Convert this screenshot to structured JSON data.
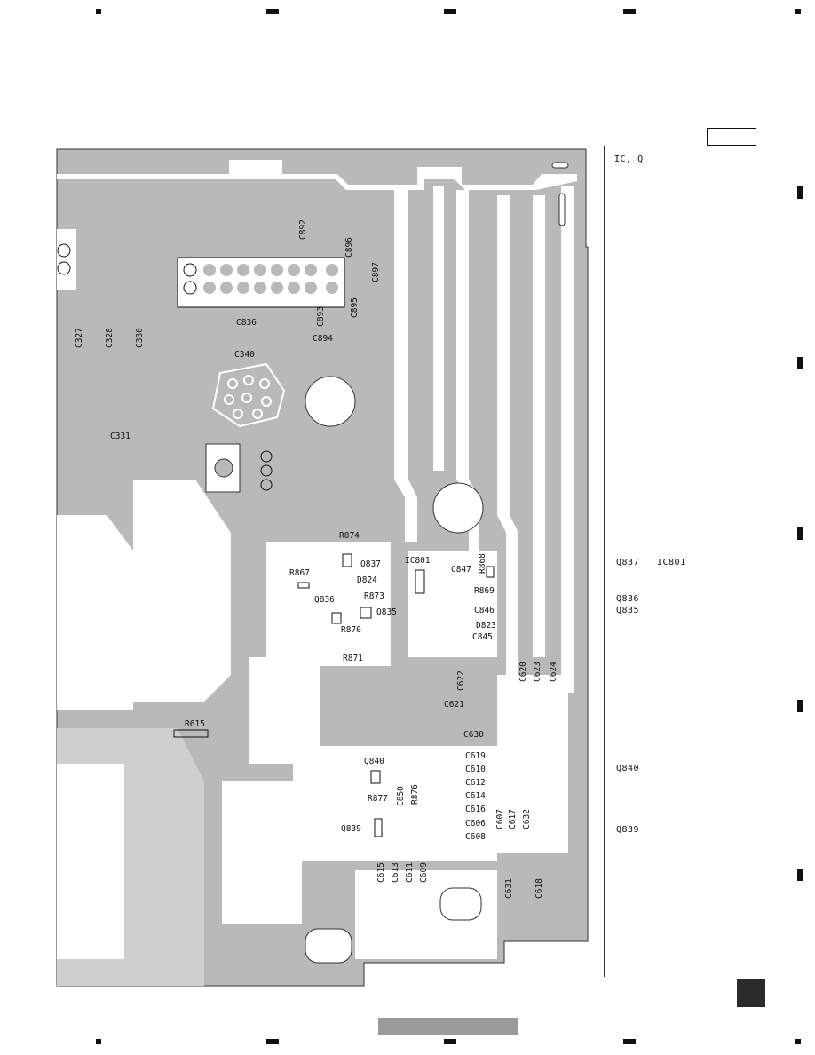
{
  "page": {
    "header_box_text": "",
    "side_notes": [
      {
        "id": "ic-q",
        "text": "IC, Q"
      },
      {
        "id": "q837",
        "text": "Q837"
      },
      {
        "id": "ic801",
        "text": "IC801"
      },
      {
        "id": "q836",
        "text": "Q836"
      },
      {
        "id": "q835",
        "text": "Q835"
      },
      {
        "id": "q840",
        "text": "Q840"
      },
      {
        "id": "q839",
        "text": "Q839"
      }
    ]
  },
  "board": {
    "colors": {
      "copper": "#b9b9b9",
      "paper": "#ffffff",
      "ink": "#111111"
    },
    "labels": [
      {
        "id": "c892",
        "text": "C892",
        "rot": -90
      },
      {
        "id": "c896",
        "text": "C896",
        "rot": -90
      },
      {
        "id": "c897",
        "text": "C897",
        "rot": -90
      },
      {
        "id": "c836",
        "text": "C836",
        "rot": 0
      },
      {
        "id": "c893",
        "text": "C893",
        "rot": -90
      },
      {
        "id": "c895",
        "text": "C895",
        "rot": -90
      },
      {
        "id": "c894",
        "text": "C894",
        "rot": 0
      },
      {
        "id": "c327",
        "text": "C327",
        "rot": -90
      },
      {
        "id": "c328",
        "text": "C328",
        "rot": -90
      },
      {
        "id": "c330",
        "text": "C330",
        "rot": -90
      },
      {
        "id": "c340",
        "text": "C340",
        "rot": 0
      },
      {
        "id": "c331",
        "text": "C331",
        "rot": 0
      },
      {
        "id": "r874",
        "text": "R874",
        "rot": 0
      },
      {
        "id": "q837b",
        "text": "Q837",
        "rot": 0
      },
      {
        "id": "r867",
        "text": "R867",
        "rot": 0
      },
      {
        "id": "d824",
        "text": "D824",
        "rot": 0
      },
      {
        "id": "r873",
        "text": "R873",
        "rot": 0
      },
      {
        "id": "q836b",
        "text": "Q836",
        "rot": 0
      },
      {
        "id": "q835b",
        "text": "Q835",
        "rot": 0
      },
      {
        "id": "r870",
        "text": "R870",
        "rot": 0
      },
      {
        "id": "r871",
        "text": "R871",
        "rot": 0
      },
      {
        "id": "ic801b",
        "text": "IC801",
        "rot": 0
      },
      {
        "id": "c847",
        "text": "C847",
        "rot": 0
      },
      {
        "id": "r868",
        "text": "R868",
        "rot": -90
      },
      {
        "id": "r869",
        "text": "R869",
        "rot": 0
      },
      {
        "id": "c846",
        "text": "C846",
        "rot": 0
      },
      {
        "id": "d823",
        "text": "D823",
        "rot": 0
      },
      {
        "id": "c845",
        "text": "C845",
        "rot": 0
      },
      {
        "id": "c622",
        "text": "C622",
        "rot": -90
      },
      {
        "id": "c620",
        "text": "C620",
        "rot": -90
      },
      {
        "id": "c623",
        "text": "C623",
        "rot": -90
      },
      {
        "id": "c624",
        "text": "C624",
        "rot": -90
      },
      {
        "id": "c621",
        "text": "C621",
        "rot": 0
      },
      {
        "id": "r615",
        "text": "R615",
        "rot": 0
      },
      {
        "id": "c630",
        "text": "C630",
        "rot": 0
      },
      {
        "id": "c619",
        "text": "C619",
        "rot": 0
      },
      {
        "id": "c610",
        "text": "C610",
        "rot": 0
      },
      {
        "id": "c612",
        "text": "C612",
        "rot": 0
      },
      {
        "id": "c614",
        "text": "C614",
        "rot": 0
      },
      {
        "id": "c616",
        "text": "C616",
        "rot": 0
      },
      {
        "id": "c606",
        "text": "C606",
        "rot": 0
      },
      {
        "id": "c608",
        "text": "C608",
        "rot": 0
      },
      {
        "id": "q840b",
        "text": "Q840",
        "rot": 0
      },
      {
        "id": "r877",
        "text": "R877",
        "rot": 0
      },
      {
        "id": "c850",
        "text": "C850",
        "rot": -90
      },
      {
        "id": "r876",
        "text": "R876",
        "rot": -90
      },
      {
        "id": "q839b",
        "text": "Q839",
        "rot": 0
      },
      {
        "id": "c607",
        "text": "C607",
        "rot": -90
      },
      {
        "id": "c617",
        "text": "C617",
        "rot": -90
      },
      {
        "id": "c632",
        "text": "C632",
        "rot": -90
      },
      {
        "id": "c615",
        "text": "C615",
        "rot": -90
      },
      {
        "id": "c613",
        "text": "C613",
        "rot": -90
      },
      {
        "id": "c611",
        "text": "C611",
        "rot": -90
      },
      {
        "id": "c609",
        "text": "C609",
        "rot": -90
      },
      {
        "id": "c631",
        "text": "C631",
        "rot": -90
      },
      {
        "id": "c618",
        "text": "C618",
        "rot": -90
      }
    ]
  }
}
